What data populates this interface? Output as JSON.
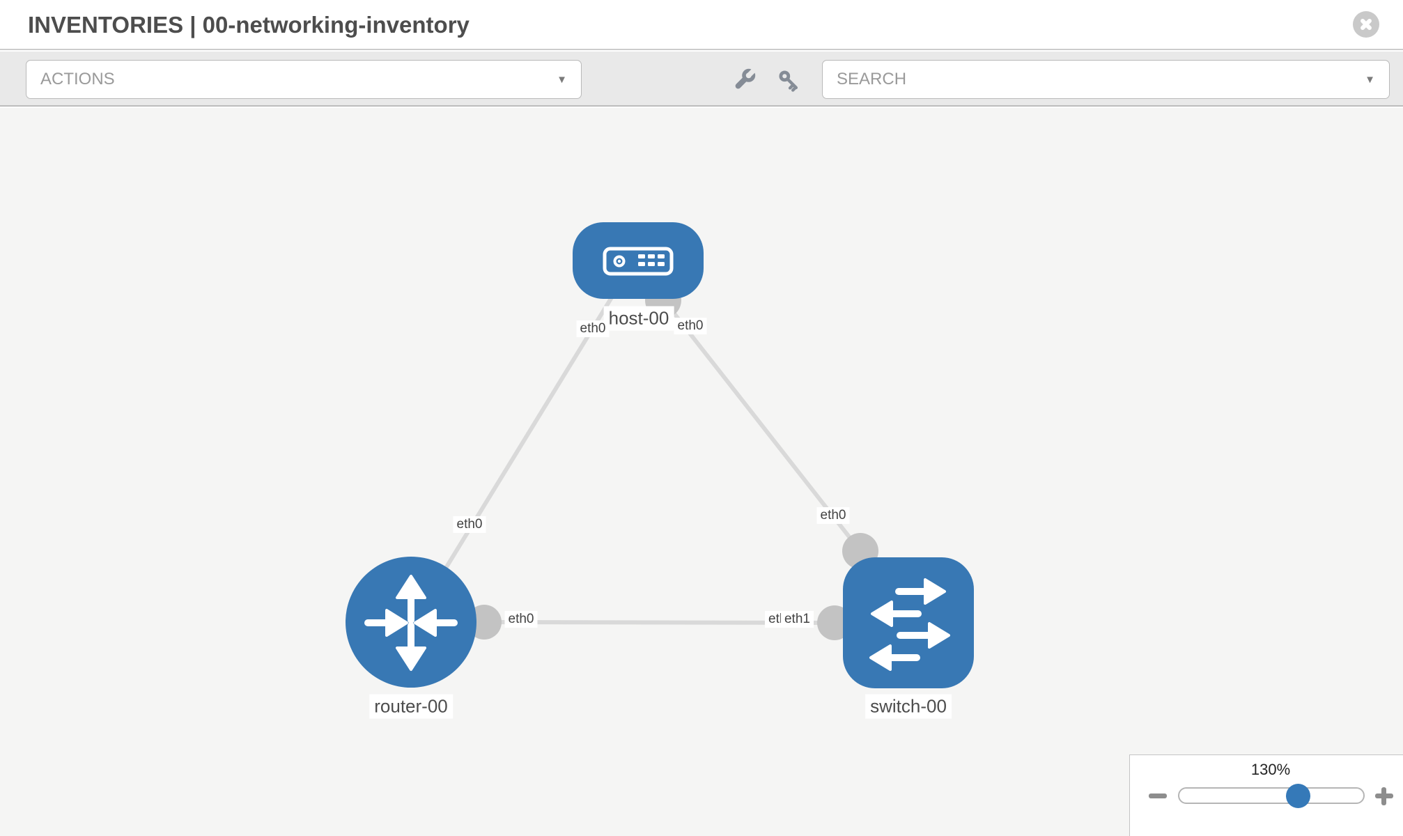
{
  "header": {
    "title": "INVENTORIES | 00-networking-inventory"
  },
  "toolbar": {
    "actions": {
      "label": "ACTIONS"
    },
    "search": {
      "placeholder": "SEARCH"
    },
    "caret_glyph": "▼"
  },
  "icons": {
    "close": "close-circle-icon",
    "toolbar": [
      "wrench-icon",
      "key-icon"
    ],
    "zoom": [
      "zoom-out-minus-icon",
      "zoom-in-plus-icon"
    ]
  },
  "topology": {
    "nodes": [
      {
        "id": "host-00",
        "type": "host",
        "label": "host-00"
      },
      {
        "id": "router-00",
        "type": "router",
        "label": "router-00"
      },
      {
        "id": "switch-00",
        "type": "switch",
        "label": "switch-00"
      }
    ],
    "links": [
      {
        "source": "host-00",
        "source_interface": "eth0",
        "target": "router-00",
        "target_interface": "eth0"
      },
      {
        "source": "host-00",
        "source_interface": "eth0",
        "target": "switch-00",
        "target_interface": "eth0"
      },
      {
        "source": "router-00",
        "source_interface": "eth0",
        "target": "switch-00",
        "target_interface": "eth1"
      }
    ],
    "interface_labels": {
      "host_to_router_at_host": "eth0",
      "host_to_router_at_router": "eth0",
      "host_to_switch_at_host": "eth0",
      "host_to_switch_at_switch": "eth0",
      "router_to_switch_at_router": "eth0",
      "router_to_switch_at_switch_back": "eth0",
      "router_to_switch_at_switch_front": "eth1"
    }
  },
  "zoom_control": {
    "value": "130%"
  },
  "colors": {
    "node_blue": "#3878b4",
    "link_gray": "#d9d9d9",
    "dot_gray": "#c3c3c3",
    "canvas_bg": "#f5f5f4",
    "toolbar_bg": "#e9e9e9",
    "thumb_blue": "#3579b8"
  }
}
